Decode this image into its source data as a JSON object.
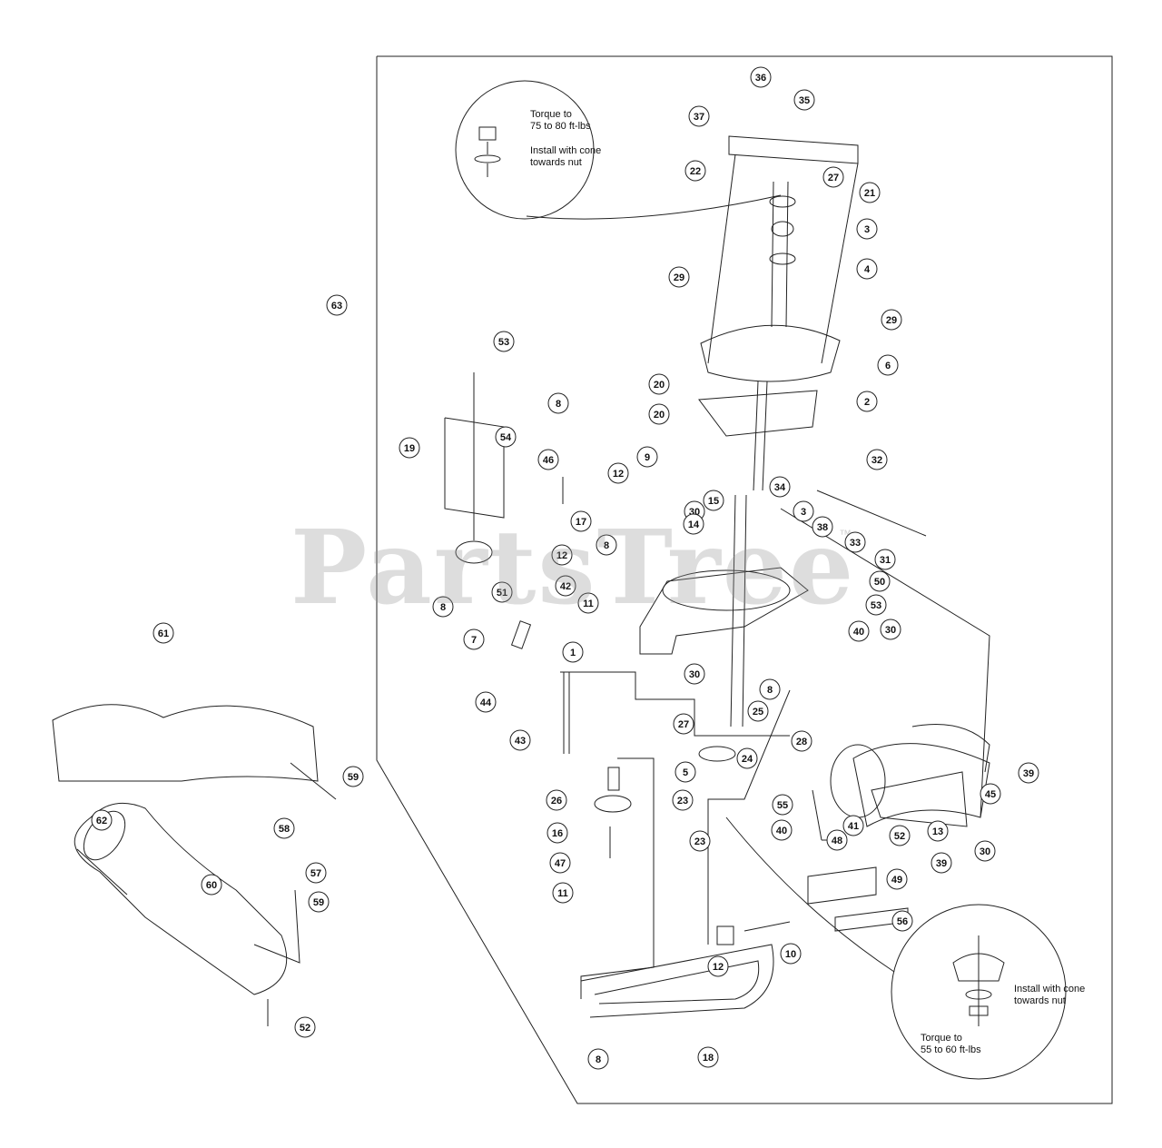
{
  "watermark": {
    "text": "PartsTree",
    "tm": "™"
  },
  "notes": {
    "top_torque": "Torque to\n75 to 80 ft-lbs",
    "top_install": "Install with cone\ntowards nut",
    "bottom_install": "Install with cone\ntowards nut",
    "bottom_torque": "Torque to\n55 to 60 ft-lbs"
  },
  "callouts": [
    "36",
    "35",
    "37",
    "22",
    "27",
    "21",
    "3",
    "4",
    "29",
    "29",
    "63",
    "53",
    "6",
    "20",
    "2",
    "8",
    "20",
    "19",
    "54",
    "46",
    "9",
    "12",
    "17",
    "32",
    "34",
    "30",
    "15",
    "14",
    "3",
    "38",
    "12",
    "42",
    "8",
    "33",
    "51",
    "8",
    "31",
    "50",
    "11",
    "53",
    "7",
    "1",
    "40",
    "30",
    "44",
    "30",
    "8",
    "43",
    "27",
    "25",
    "24",
    "5",
    "26",
    "23",
    "23",
    "28",
    "55",
    "39",
    "16",
    "40",
    "41",
    "52",
    "13",
    "45",
    "47",
    "48",
    "39",
    "30",
    "11",
    "49",
    "56",
    "10",
    "12",
    "18",
    "8",
    "61",
    "59",
    "58",
    "62",
    "60",
    "57",
    "59",
    "52"
  ]
}
